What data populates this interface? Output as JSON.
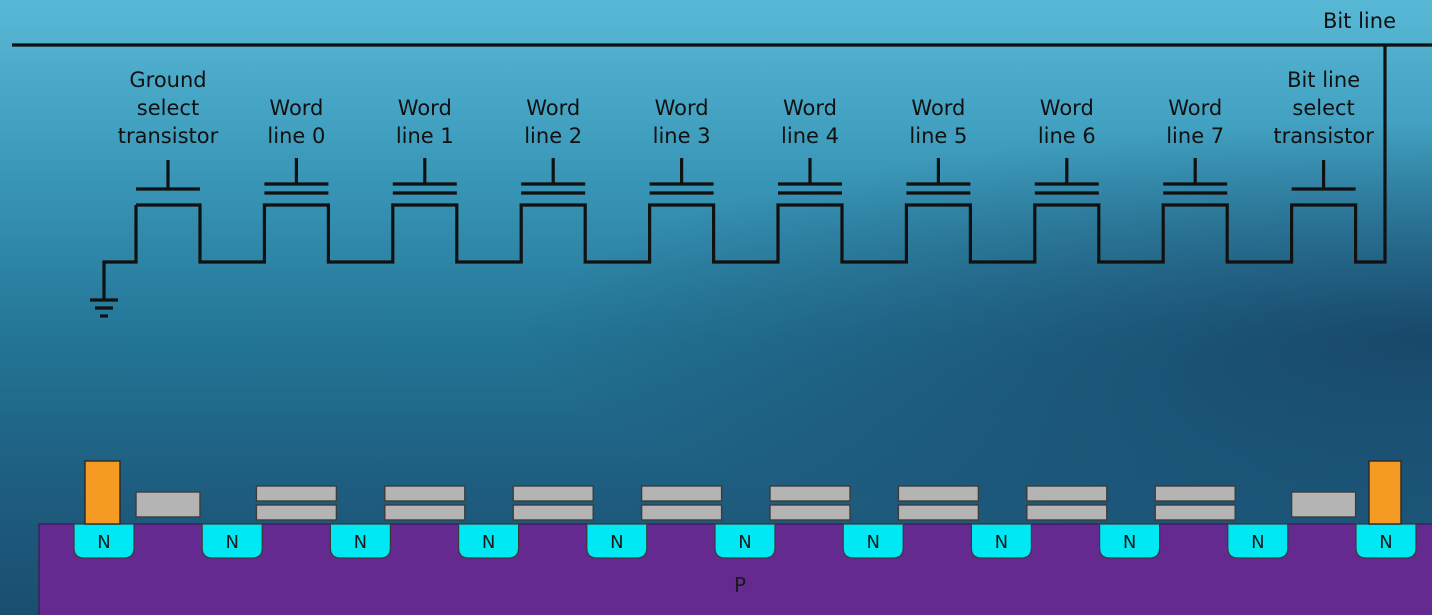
{
  "bit_line_label": "Bit line",
  "transistors": [
    {
      "label_lines": [
        "Ground",
        "select",
        "transistor"
      ],
      "kind": "select"
    },
    {
      "label_lines": [
        "Word",
        "line 0"
      ],
      "kind": "cell"
    },
    {
      "label_lines": [
        "Word",
        "line 1"
      ],
      "kind": "cell"
    },
    {
      "label_lines": [
        "Word",
        "line 2"
      ],
      "kind": "cell"
    },
    {
      "label_lines": [
        "Word",
        "line 3"
      ],
      "kind": "cell"
    },
    {
      "label_lines": [
        "Word",
        "line 4"
      ],
      "kind": "cell"
    },
    {
      "label_lines": [
        "Word",
        "line 5"
      ],
      "kind": "cell"
    },
    {
      "label_lines": [
        "Word",
        "line 6"
      ],
      "kind": "cell"
    },
    {
      "label_lines": [
        "Word",
        "line 7"
      ],
      "kind": "cell"
    },
    {
      "label_lines": [
        "Bit line",
        "select",
        "transistor"
      ],
      "kind": "select"
    }
  ],
  "substrate_label": "P",
  "diffusion_label": "N",
  "diffusion_count": 11,
  "colors": {
    "substrate": "#652a8f",
    "diffusion": "#00e8f4",
    "gate": "#b4b4b4",
    "contact": "#f59a22",
    "wire": "#111111"
  }
}
